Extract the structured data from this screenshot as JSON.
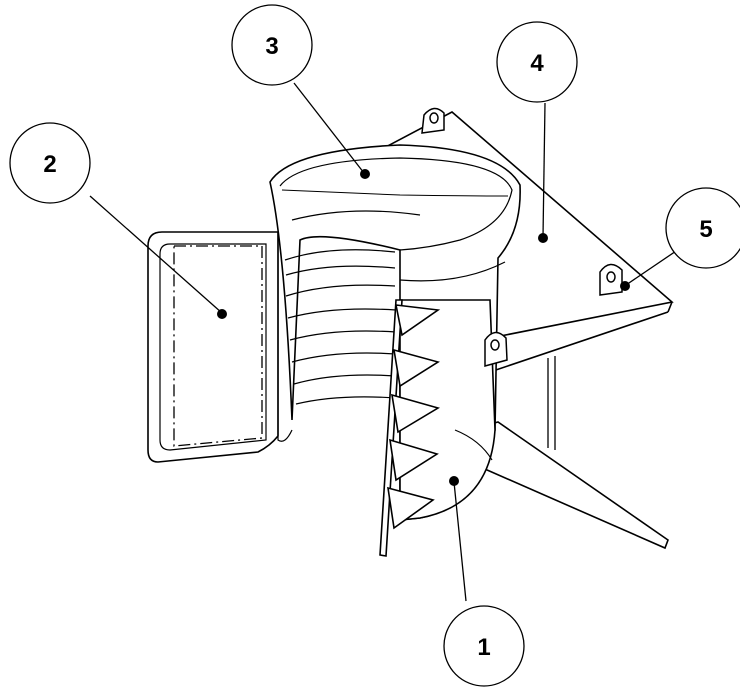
{
  "diagram": {
    "line_color": "#000000",
    "background": "#ffffff",
    "callouts": [
      {
        "id": "1",
        "label": "1"
      },
      {
        "id": "2",
        "label": "2"
      },
      {
        "id": "3",
        "label": "3"
      },
      {
        "id": "4",
        "label": "4"
      },
      {
        "id": "5",
        "label": "5"
      }
    ]
  }
}
